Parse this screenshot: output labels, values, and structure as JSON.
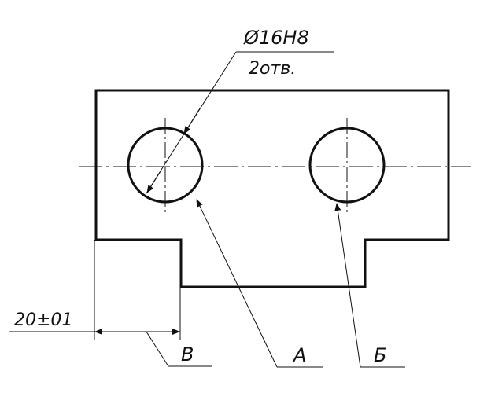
{
  "drawing": {
    "hole_dimension": "Ø16H8",
    "hole_count": "2отв.",
    "offset_dimension": "20±01",
    "labels": {
      "a": "А",
      "b": "Б",
      "v": "В"
    }
  },
  "colors": {
    "ink": "#111111",
    "paper": "#ffffff"
  }
}
